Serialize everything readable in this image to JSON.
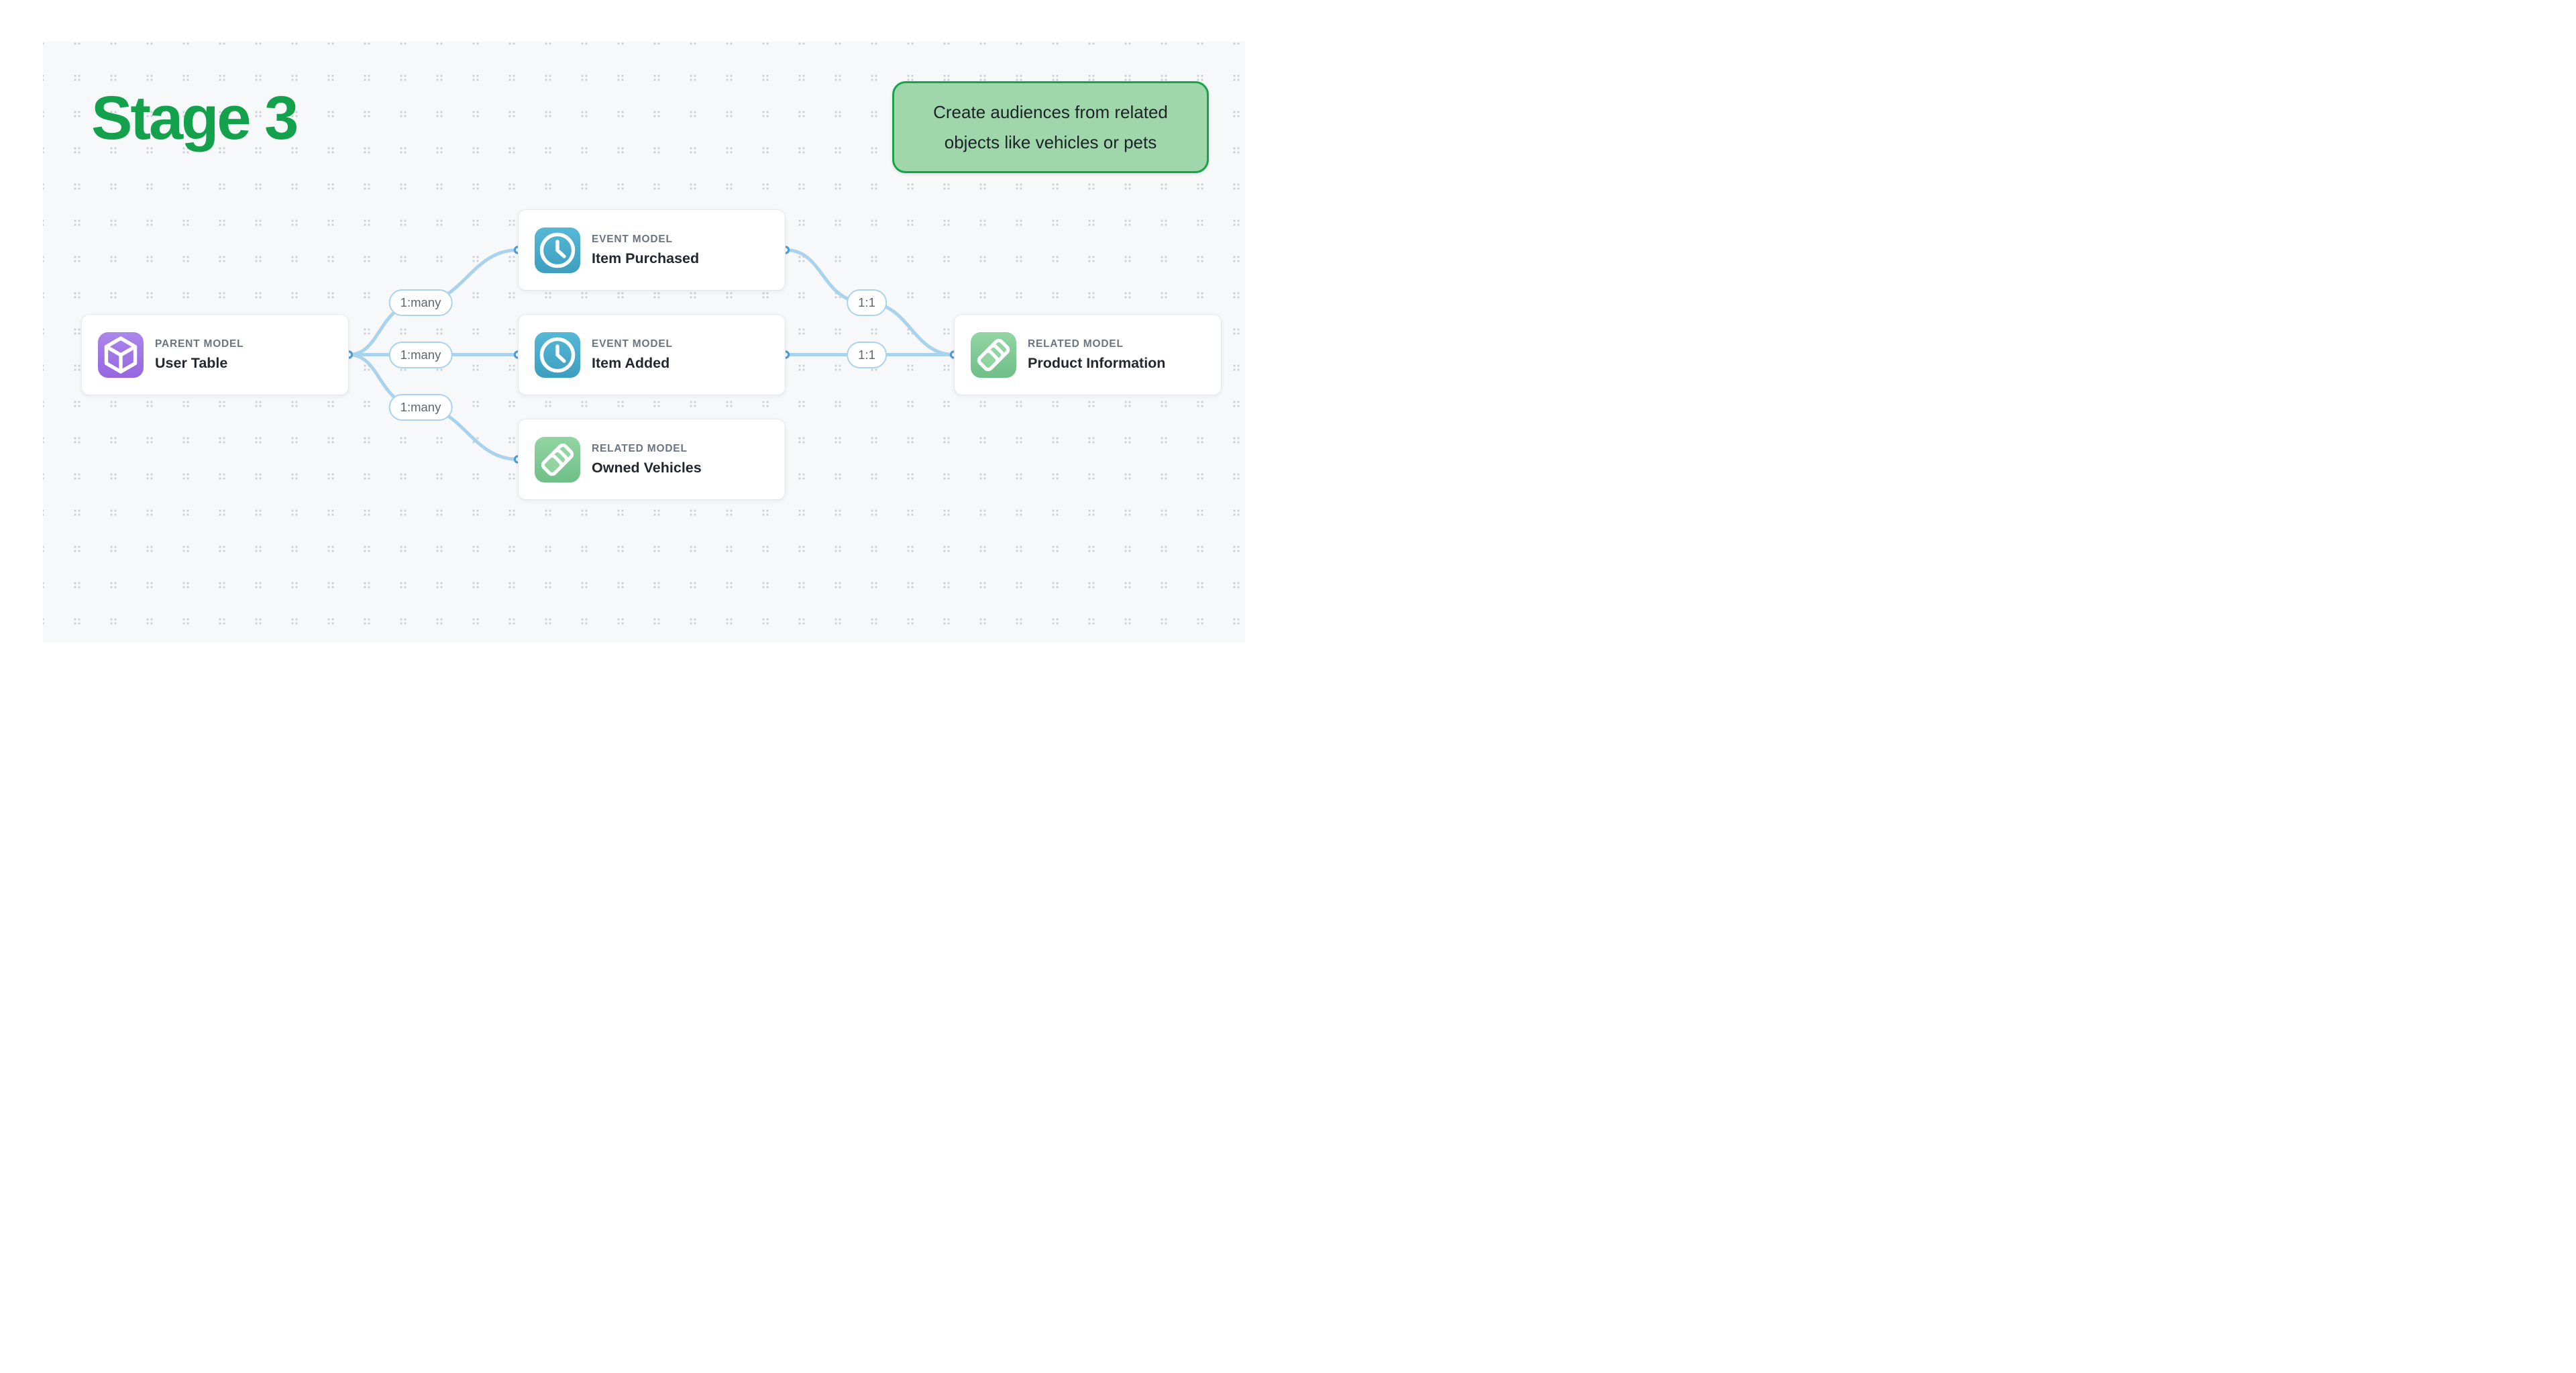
{
  "title": {
    "text": "Stage 3"
  },
  "callout": {
    "lines": [
      "Create audiences from related",
      "objects like vehicles or pets"
    ]
  },
  "nodes": [
    {
      "type_label": "PARENT MODEL",
      "name": "User Table",
      "icon": "cube-icon"
    },
    {
      "type_label": "EVENT MODEL",
      "name": "Item Purchased",
      "icon": "clock-icon"
    },
    {
      "type_label": "EVENT MODEL",
      "name": "Item Added",
      "icon": "clock-icon"
    },
    {
      "type_label": "RELATED MODEL",
      "name": "Owned Vehicles",
      "icon": "layers-icon"
    },
    {
      "type_label": "RELATED MODEL",
      "name": "Product Information",
      "icon": "layers-icon"
    }
  ],
  "edges": [
    {
      "from": "User Table",
      "to": "Item Purchased",
      "label": "1:many"
    },
    {
      "from": "User Table",
      "to": "Item Added",
      "label": "1:many"
    },
    {
      "from": "User Table",
      "to": "Owned Vehicles",
      "label": "1:many"
    },
    {
      "from": "Item Purchased",
      "to": "Product Information",
      "label": "1:1"
    },
    {
      "from": "Item Added",
      "to": "Product Information",
      "label": "1:1"
    }
  ],
  "colors": {
    "title_green": "#13a24b",
    "callout_bg": "#9fd7aa",
    "callout_border": "#16a34a",
    "callout_text": "#1d222a",
    "canvas_bg": "#f6f8fa",
    "dot": "#cdd2d9",
    "line_blue": "#a9d3ed",
    "port_blue": "#4c9ed8",
    "pill_text": "#5f6670",
    "type_label_gray": "#6b7480",
    "node_title": "#23272f",
    "card_border": "#e6e8ec",
    "icon_purple_top": "#ab87ea",
    "icon_purple_bottom": "#9566e0",
    "icon_teal_top": "#55b8d6",
    "icon_teal_bottom": "#3d9fc0",
    "icon_green_top": "#92d5a3",
    "icon_green_bottom": "#6fbe88"
  }
}
